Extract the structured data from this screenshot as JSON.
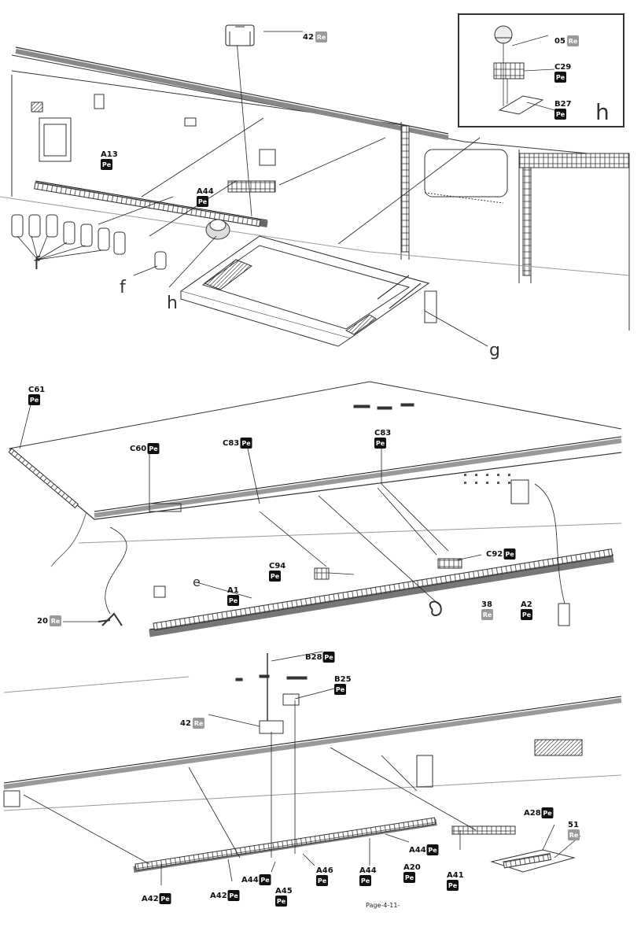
{
  "page_label": "Page-4-11-",
  "colors": {
    "pe_tag": "#111111",
    "re_tag": "#9a9a9a",
    "line": "#222222",
    "inset_border": "#333333"
  },
  "tag_types": {
    "pe": "Pe",
    "re": "Re"
  },
  "inset": {
    "letter": "h"
  },
  "step_letters": {
    "f1": "f",
    "f2": "f",
    "h": "h",
    "g": "g",
    "e": "e"
  },
  "callouts": [
    {
      "id": "42-top",
      "code": "42",
      "tag": "Re"
    },
    {
      "id": "05",
      "code": "05",
      "tag": "Re"
    },
    {
      "id": "C29",
      "code": "C29",
      "tag": "Pe"
    },
    {
      "id": "B27",
      "code": "B27",
      "tag": "Pe"
    },
    {
      "id": "A13",
      "code": "A13",
      "tag": "Pe"
    },
    {
      "id": "A44-top",
      "code": "A44",
      "tag": "Pe"
    },
    {
      "id": "C61",
      "code": "C61",
      "tag": "Pe"
    },
    {
      "id": "C60",
      "code": "C60",
      "tag": "Pe"
    },
    {
      "id": "C83-left",
      "code": "C83",
      "tag": "Pe"
    },
    {
      "id": "C83-right",
      "code": "C83",
      "tag": "Pe"
    },
    {
      "id": "C92",
      "code": "C92",
      "tag": "Pe"
    },
    {
      "id": "C94",
      "code": "C94",
      "tag": "Pe"
    },
    {
      "id": "A1",
      "code": "A1",
      "tag": "Pe"
    },
    {
      "id": "38",
      "code": "38",
      "tag": "Re"
    },
    {
      "id": "A2",
      "code": "A2",
      "tag": "Pe"
    },
    {
      "id": "20",
      "code": "20",
      "tag": "Re"
    },
    {
      "id": "B28",
      "code": "B28",
      "tag": "Pe"
    },
    {
      "id": "B25",
      "code": "B25",
      "tag": "Pe"
    },
    {
      "id": "42-bottom",
      "code": "42",
      "tag": "Re"
    },
    {
      "id": "A28",
      "code": "A28",
      "tag": "Pe"
    },
    {
      "id": "51",
      "code": "51",
      "tag": "Re"
    },
    {
      "id": "A44-b1",
      "code": "A44",
      "tag": "Pe"
    },
    {
      "id": "A20",
      "code": "A20",
      "tag": "Pe"
    },
    {
      "id": "A41",
      "code": "A41",
      "tag": "Pe"
    },
    {
      "id": "A42-left",
      "code": "A42",
      "tag": "Pe"
    },
    {
      "id": "A42-mid",
      "code": "A42",
      "tag": "Pe"
    },
    {
      "id": "A44-b2",
      "code": "A44",
      "tag": "Pe"
    },
    {
      "id": "A45",
      "code": "A45",
      "tag": "Pe"
    },
    {
      "id": "A46",
      "code": "A46",
      "tag": "Pe"
    },
    {
      "id": "A44-b3",
      "code": "A44",
      "tag": "Pe"
    }
  ]
}
